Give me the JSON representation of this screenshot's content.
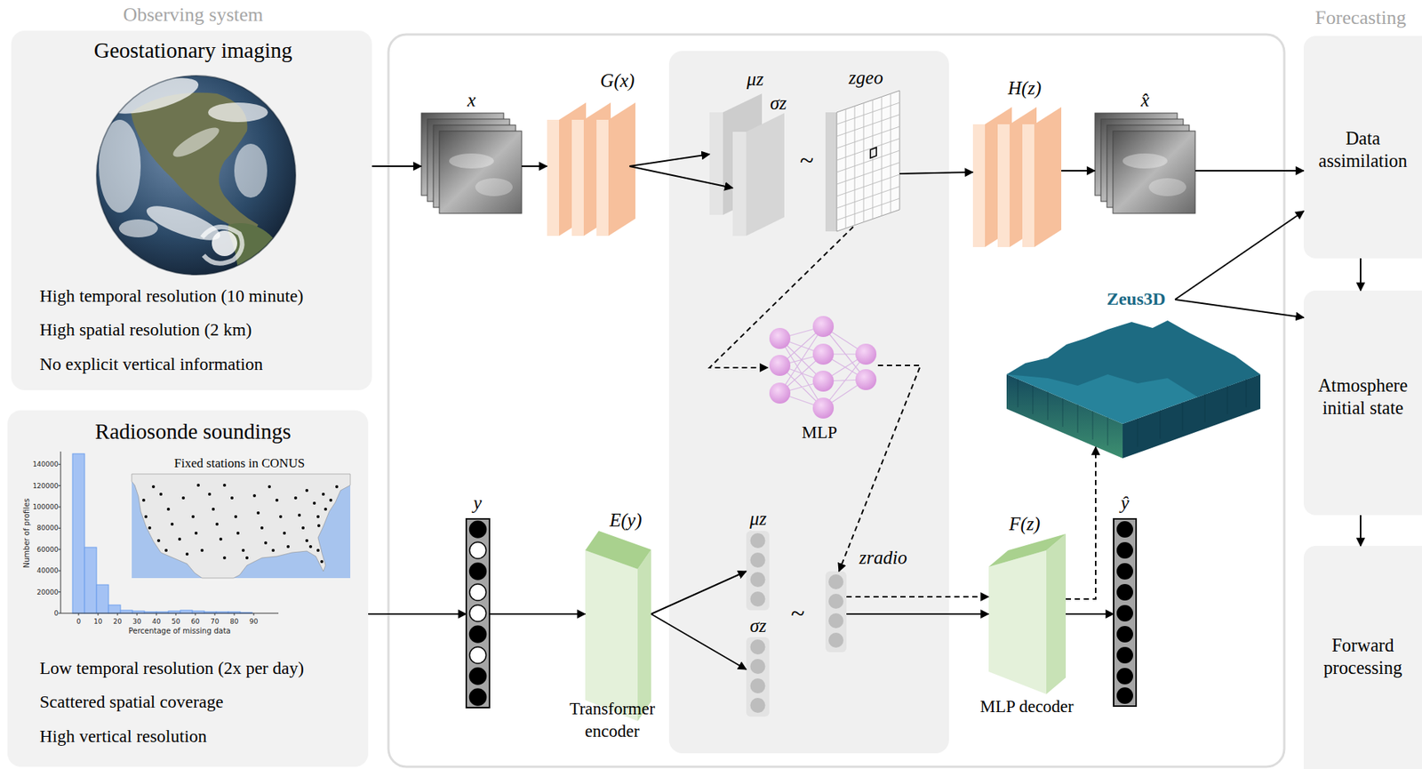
{
  "diagram": {
    "nodes": [
      {
        "text": [
          "Geostationary imaging",
          "High temporal resolution (10 minute)",
          "High spatial resolution (2 km)",
          "No explicit vertical information"
        ]
      },
      {
        "text": [
          "x"
        ]
      },
      {
        "text": [
          "G(x)"
        ]
      },
      {
        "text": [
          "μz"
        ]
      },
      {
        "text": [
          "σz"
        ]
      },
      {
        "text": [
          "zgeo"
        ]
      },
      {
        "text": [
          "H(z)"
        ]
      },
      {
        "text": [
          "x̂"
        ]
      },
      {
        "text": [
          "MLP"
        ]
      },
      {
        "text": [
          "Radiosonde soundings",
          "Low temporal resolution (2x per day)",
          "Scattered spatial coverage",
          "High vertical resolution"
        ]
      },
      {
        "text": [
          "y"
        ]
      },
      {
        "text": [
          "E(y)",
          "Transformer encoder"
        ]
      },
      {
        "text": [
          "μz"
        ]
      },
      {
        "text": [
          "σz"
        ]
      },
      {
        "text": [
          "zradio"
        ]
      },
      {
        "text": [
          "F(z)",
          "MLP decoder"
        ]
      },
      {
        "text": [
          "ŷ"
        ]
      },
      {
        "text": [
          "Zeus3D"
        ]
      },
      {
        "text": [
          "Data assimilation"
        ]
      },
      {
        "text": [
          "Atmosphere initial state"
        ]
      },
      {
        "text": [
          "Forward processing"
        ]
      }
    ],
    "edges": [
      {
        "from": 0,
        "to": 1,
        "arrow": "to"
      },
      {
        "from": 1,
        "to": 2,
        "arrow": "to"
      },
      {
        "from": 2,
        "to": 3,
        "arrow": "to"
      },
      {
        "from": 2,
        "to": 4,
        "arrow": "to"
      },
      {
        "from": 5,
        "to": 6,
        "arrow": "to"
      },
      {
        "from": 6,
        "to": 7,
        "arrow": "to"
      },
      {
        "from": 7,
        "to": 18,
        "arrow": "to"
      },
      {
        "from": 5,
        "to": 8,
        "arrow": "to"
      },
      {
        "from": 8,
        "to": 14,
        "arrow": "to"
      },
      {
        "from": 9,
        "to": 10,
        "arrow": "to"
      },
      {
        "from": 10,
        "to": 11,
        "arrow": "to"
      },
      {
        "from": 11,
        "to": 12,
        "arrow": "to"
      },
      {
        "from": 11,
        "to": 13,
        "arrow": "to"
      },
      {
        "from": 14,
        "to": 15,
        "arrow": "to"
      },
      {
        "from": 14,
        "to": 15,
        "arrow": "to"
      },
      {
        "from": 15,
        "to": 16,
        "arrow": "to"
      },
      {
        "from": 15,
        "to": 17,
        "arrow": "to"
      },
      {
        "from": 17,
        "to": 18,
        "arrow": "to"
      },
      {
        "from": 17,
        "to": 19,
        "arrow": "to"
      },
      {
        "from": 18,
        "to": 19,
        "arrow": "to"
      },
      {
        "from": 19,
        "to": 20,
        "arrow": "to"
      }
    ],
    "labels": [
      "Observing system",
      "Forecasting",
      "Fixed stations in CONUS",
      "140000",
      "120000",
      "100000",
      "80000",
      "60000",
      "40000",
      "20000",
      "0",
      "Number of profiles",
      "0",
      "10",
      "20",
      "30",
      "40",
      "50",
      "60",
      "70",
      "80",
      "90",
      "Percentage of missing data",
      "~",
      "~"
    ]
  }
}
